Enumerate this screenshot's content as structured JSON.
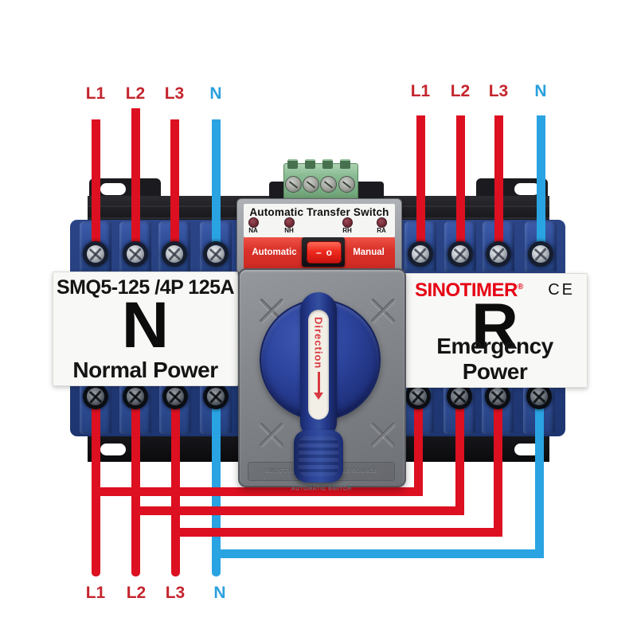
{
  "wiring": {
    "top_left_labels": [
      "L1",
      "L2",
      "L3",
      "N"
    ],
    "top_right_labels": [
      "L1",
      "L2",
      "L3",
      "N"
    ],
    "bottom_labels": [
      "L1",
      "L2",
      "L3",
      "N"
    ],
    "phase_wire_color": "#dc1020",
    "neutral_wire_color": "#29a3e2"
  },
  "control_panel": {
    "title": "Automatic Transfer Switch",
    "indicators": [
      "NA",
      "NH",
      "RH",
      "RA"
    ],
    "mode_auto": "Automatic",
    "mode_manual": "Manual",
    "rocker": {
      "dash": "–",
      "circle": "o"
    }
  },
  "normal_side": {
    "model": "SMQ5-125 /4P 125A",
    "letter": "N",
    "caption": "Normal Power"
  },
  "emergency_side": {
    "brand": "SINOTIMER",
    "registered": "®",
    "ce": "CE",
    "letter": "R",
    "caption": "Emergency Power"
  },
  "knob": {
    "label": "Direction"
  },
  "engraving": "SMQ5 TYPE DOUBLE POWER SOURCE AUTOMATIC SWITCH",
  "colors": {
    "body_blue": "#2c4a94",
    "panel_red": "#d9342b",
    "brand_red": "#e60014",
    "label_red": "#c4252e",
    "label_blue": "#2aa0dd"
  }
}
